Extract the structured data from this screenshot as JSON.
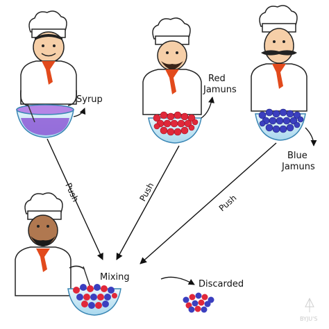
{
  "labels": {
    "syrup": "Syrup",
    "red_jamuns_line1": "Red",
    "red_jamuns_line2": "Jamuns",
    "blue_jamuns_line1": "Blue",
    "blue_jamuns_line2": "Jamuns",
    "mixing": "Mixing",
    "discarded": "Discarded"
  },
  "edges": [
    {
      "from": "syrup-chef",
      "to": "mixing",
      "label": "Push"
    },
    {
      "from": "red-jamuns-chef",
      "to": "mixing",
      "label": "Push"
    },
    {
      "from": "blue-jamuns-chef",
      "to": "mixing",
      "label": "Push"
    }
  ],
  "watermark": "BYJU'S",
  "colors": {
    "syrup": "#8e5bd6",
    "red_jamun": "#e0283a",
    "blue_jamun": "#3b3fbf",
    "scarf": "#e24a1c",
    "bowl_glass": "#cfeaf5",
    "skin": "#f6cfa8",
    "skin_dark": "#b07850"
  }
}
